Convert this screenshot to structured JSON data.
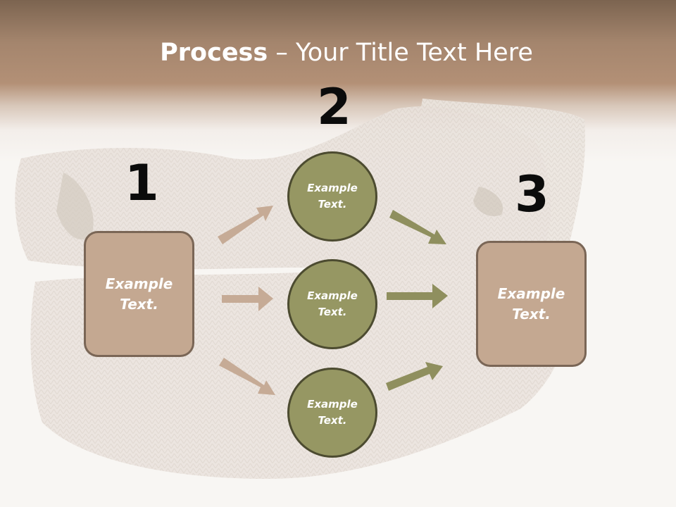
{
  "title": {
    "bold": "Process",
    "rest": " – Your Title Text Here"
  },
  "steps": {
    "one": "1",
    "two": "2",
    "three": "3"
  },
  "nodes": {
    "left_box": "Example Text.",
    "circle_top": "Example Text.",
    "circle_middle": "Example Text.",
    "circle_bottom": "Example Text.",
    "right_box": "Example Text."
  },
  "colors": {
    "header_brown": "#a4856d",
    "box_fill": "#c4a891",
    "box_border": "#7a6656",
    "circle_fill": "#969763",
    "circle_border": "#4c4b30",
    "arrow_tan": "#c6ab96",
    "arrow_olive": "#8f8f5e"
  }
}
